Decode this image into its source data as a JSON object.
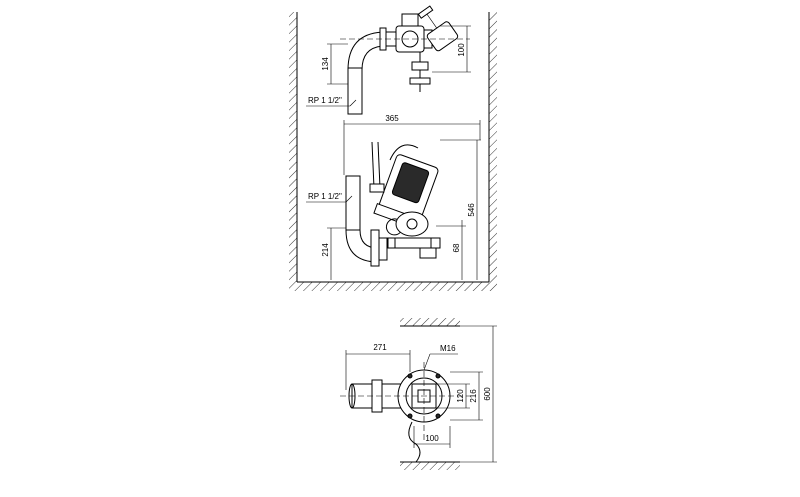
{
  "drawing": {
    "dimensions": {
      "d134": "134",
      "d100_top": "100",
      "d365": "365",
      "d546": "546",
      "d214": "214",
      "d68": "68",
      "d271": "271",
      "d120": "120",
      "d216": "216",
      "d600": "600",
      "d100_bottom": "100"
    },
    "labels": {
      "rp_top": "RP 1 1/2\"",
      "rp_mid": "RP 1 1/2\"",
      "m16": "M16"
    }
  }
}
